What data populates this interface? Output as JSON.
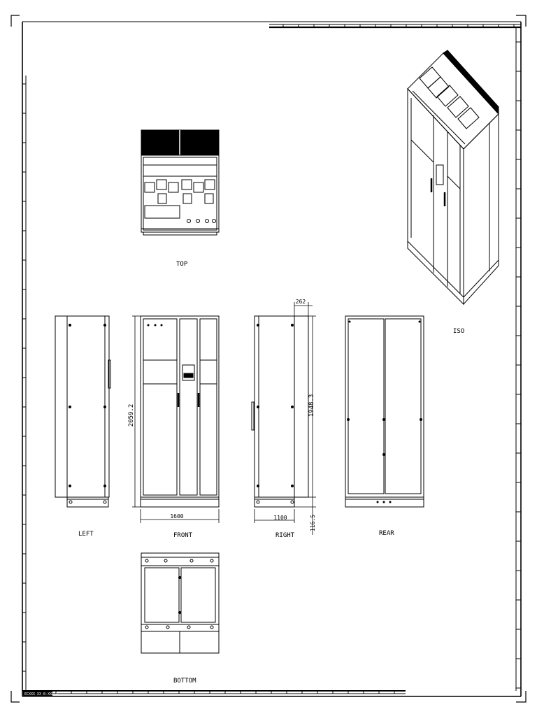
{
  "sheet": {
    "stamp": "ECXXX-XX-B-XXX-X"
  },
  "views": {
    "top": "TOP",
    "iso": "ISO",
    "left": "LEFT",
    "front": "FRONT",
    "right": "RIGHT",
    "rear": "REAR",
    "bottom": "BOTTOM"
  },
  "dimensions": {
    "front_width": "1600",
    "front_height": "2059.2",
    "right_depth": "1100",
    "right_top_offset": "262",
    "right_height": "1948.3",
    "right_base": "116.5"
  }
}
